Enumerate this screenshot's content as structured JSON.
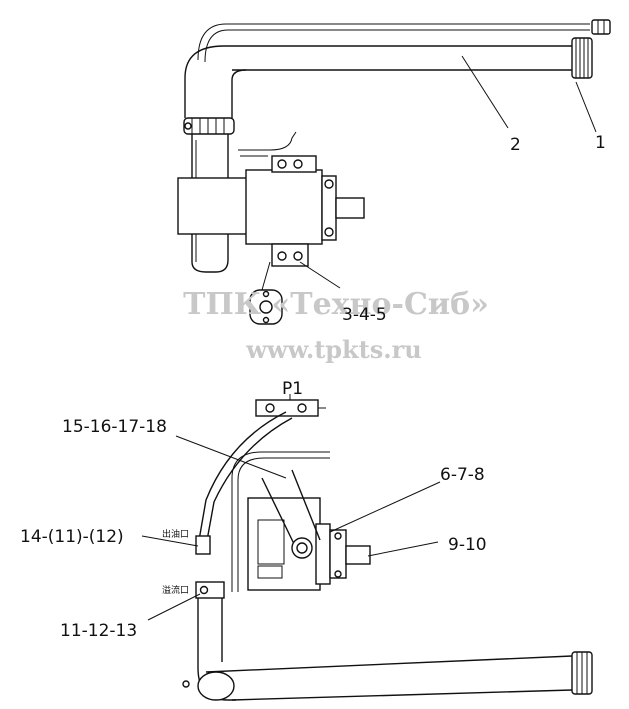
{
  "labels": {
    "l1": "1",
    "l2": "2",
    "l345": "3-4-5",
    "p1": "P1",
    "l15": "15-16-17-18",
    "l678": "6-7-8",
    "l14": "14-(11)-(12)",
    "l910": "9-10",
    "l1113": "11-12-13"
  },
  "port_labels": {
    "outlet": "出油口",
    "drain": "溢流口"
  },
  "watermark": {
    "line1": "ТПК «Техно-Сиб»",
    "line2": "www.tpkts.ru"
  }
}
